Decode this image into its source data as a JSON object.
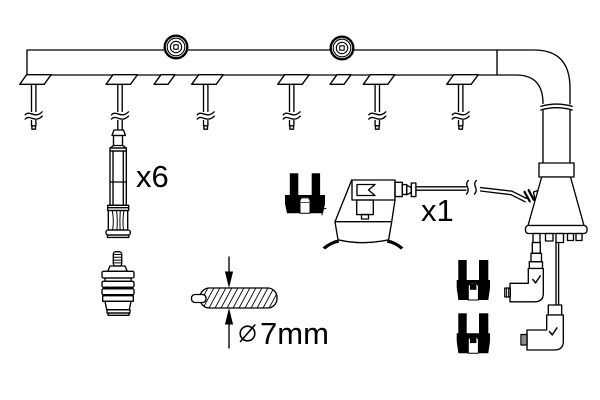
{
  "diagram": {
    "kind": "ignition-cable-kit-parts-drawing",
    "labels": {
      "spark_plug_connector_qty": "x6",
      "coil_wire_qty": "x1",
      "diameter_value": "7mm",
      "diameter_symbol": "⌀",
      "diameter_full": "⌀ 7mm"
    },
    "colors": {
      "line": "#000000",
      "background": "#ffffff",
      "silhouette": "#000000"
    },
    "parts": [
      "cable-harness-rail",
      "mounting-grommet",
      "branch-wire",
      "blank-tab",
      "spark-plug-connector",
      "ribbed-adapter",
      "cable-cross-section",
      "connector-boot-silhouette",
      "coil-connector",
      "harness-elbow",
      "distributor-boot",
      "elbow-plug-connector"
    ]
  }
}
